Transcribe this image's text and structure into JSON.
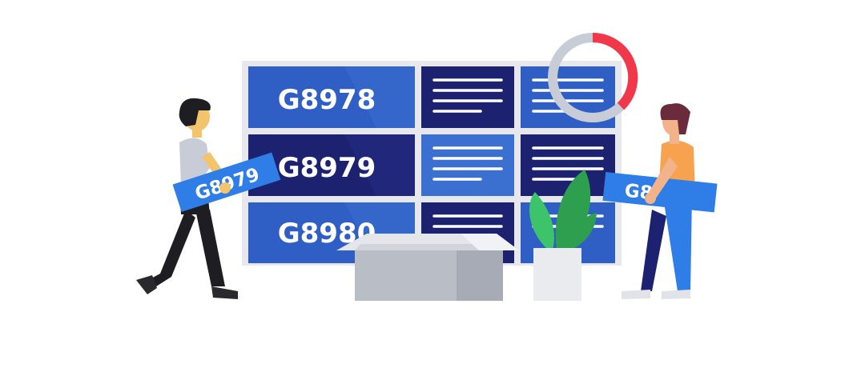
{
  "board": {
    "codes": [
      "G8978",
      "G8979",
      "G8980"
    ]
  },
  "left_person": {
    "sign_text": "G8979"
  },
  "right_person": {
    "sign_text": "G8"
  },
  "colors": {
    "board_frame": "#e6e8ee",
    "tile_blue": "#2f5fc4",
    "tile_navy": "#1c2170",
    "tile_light_blue": "#3b6fd0",
    "sign_blue": "#2f7de6",
    "donut_gray": "#c7ccd6",
    "donut_red": "#f0384a",
    "plant_green": "#2e9e4f",
    "plant_light_green": "#3dc46a",
    "box_gray": "#b9bdc6",
    "pot_white": "#e9ebef"
  }
}
